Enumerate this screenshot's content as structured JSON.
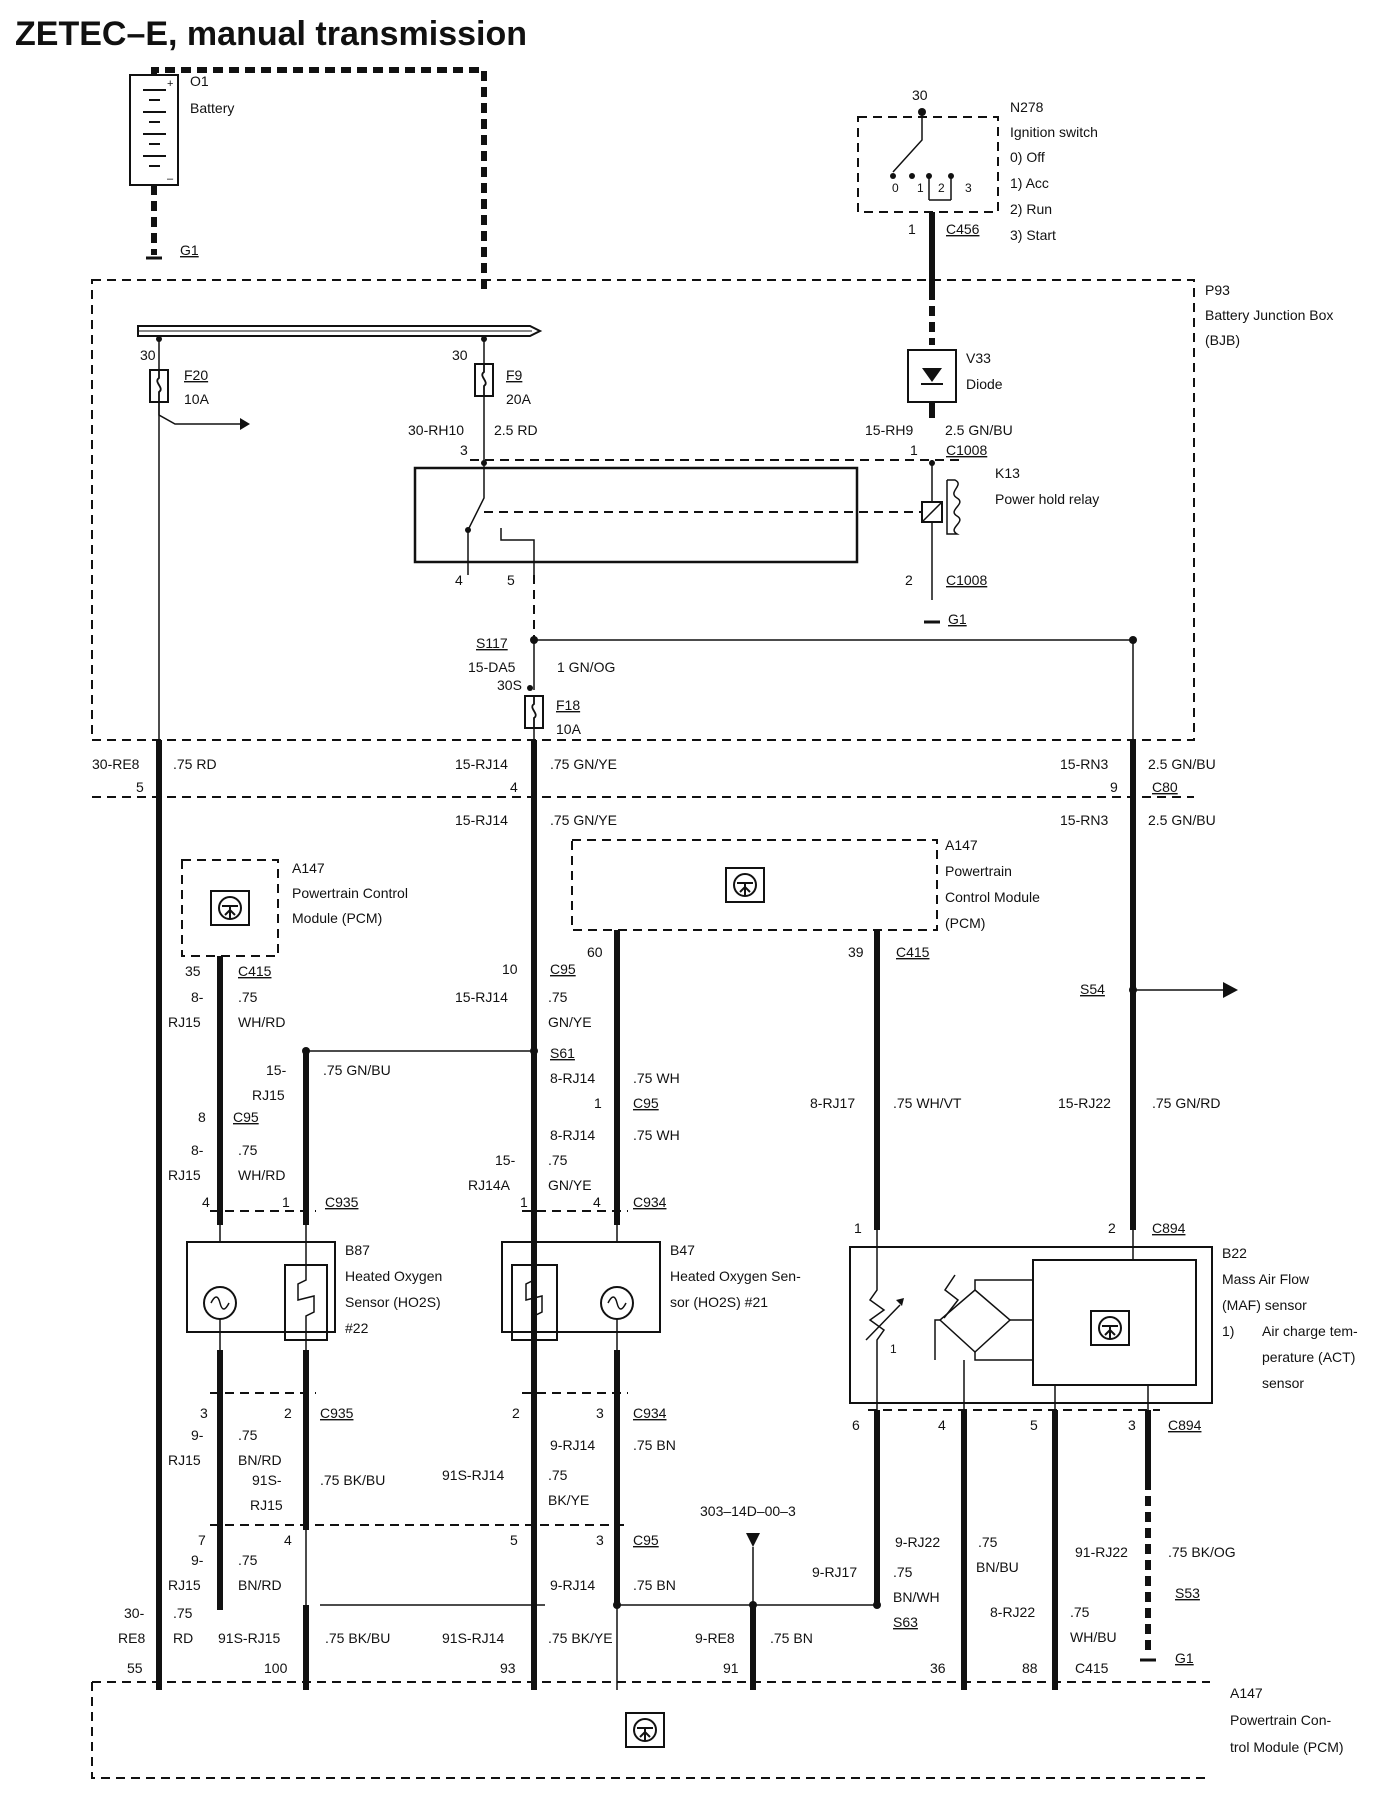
{
  "title": "ZETEC–E, manual transmission",
  "components": {
    "battery": {
      "id": "O1",
      "name": "Battery",
      "ground": "G1"
    },
    "ignition_switch": {
      "terminal": "30",
      "id": "N278",
      "name": "Ignition switch",
      "positions": [
        "0)   Off",
        "1)   Acc",
        "2)   Run",
        "3)   Start"
      ],
      "position_marks": [
        "0",
        "1",
        "2",
        "3"
      ],
      "pin": "1",
      "connector": "C456"
    },
    "bjb": {
      "id": "P93",
      "name": "Battery Junction Box",
      "abbr": "(BJB)"
    },
    "f20": {
      "terminal": "30",
      "id": "F20",
      "rating": "10A"
    },
    "f9": {
      "terminal": "30",
      "id": "F9",
      "rating": "20A"
    },
    "diode": {
      "id": "V33",
      "name": "Diode"
    },
    "relay": {
      "id": "K13",
      "name": "Power hold relay"
    },
    "f18": {
      "terminal": "30S",
      "id": "F18",
      "rating": "10A"
    },
    "pcm_left": {
      "id": "A147",
      "line1": "Powertrain Control",
      "line2": "Module (PCM)"
    },
    "pcm_mid": {
      "id": "A147",
      "line1": "Powertrain",
      "line2": "Control Module",
      "line3": "(PCM)"
    },
    "pcm_bottom": {
      "id": "A147",
      "line1": "Powertrain Con-",
      "line2": "trol Module (PCM)"
    },
    "ho2s_22": {
      "id": "B87",
      "line1": "Heated Oxygen",
      "line2": "Sensor (HO2S)",
      "line3": "#22"
    },
    "ho2s_21": {
      "id": "B47",
      "line1": "Heated Oxygen Sen-",
      "line2": "sor (HO2S) #21"
    },
    "maf": {
      "id": "B22",
      "line1": "Mass Air Flow",
      "line2": "(MAF) sensor",
      "note_no": "1)",
      "note1": "Air charge tem-",
      "note2": "perature (ACT)",
      "note3": "sensor",
      "mark": "1"
    },
    "ref": "303–14D–00–3"
  },
  "labels": {
    "relay_in": {
      "circuit": "30-RH10",
      "wire": "2.5 RD",
      "pin": "3"
    },
    "diode_out": {
      "circuit": "15-RH9",
      "wire": "2.5 GN/BU",
      "pin": "1",
      "connector": "C1008"
    },
    "relay_out": {
      "pin4": "4",
      "pin5": "5",
      "pin2": "2",
      "connector": "C1008",
      "ground": "G1"
    },
    "s117": {
      "splice": "S117",
      "circuit": "15-DA5",
      "wire": "1 GN/OG"
    },
    "c80": {
      "c1": "30-RE8",
      "w1": ".75 RD",
      "p1": "5",
      "c2": "15-RJ14",
      "w2": ".75 GN/YE",
      "p2": "4",
      "c3": "15-RN3",
      "w3": "2.5 GN/BU",
      "p3": "9",
      "connector": "C80",
      "c2b": "15-RJ14",
      "w2b": ".75 GN/YE",
      "c3b": "15-RN3",
      "w3b": "2.5 GN/BU"
    },
    "c415a": {
      "pin": "35",
      "connector": "C415",
      "circuit1": "8-",
      "circuit2": "RJ15",
      "wire1": ".75",
      "wire2": "WH/RD"
    },
    "c95a": {
      "pin": "10",
      "connector": "C95",
      "circuit": "15-RJ14",
      "wire1": ".75",
      "wire2": "GN/YE"
    },
    "s61": {
      "splice": "S61",
      "circuit1": "15-",
      "circuit2": "RJ15",
      "wire": ".75 GN/BU",
      "circuit3": "8-RJ14",
      "wire3": ".75 WH"
    },
    "pcm_mid_pins": {
      "p60": "60",
      "p39": "39",
      "connector": "C415"
    },
    "s54": {
      "splice": "S54"
    },
    "c95b": {
      "pin8": "8",
      "connector": "C95",
      "circuit1": "8-",
      "circuit2": "RJ15",
      "wire1": ".75",
      "wire2": "WH/RD",
      "pin1": "1",
      "connector2": "C95",
      "circuit3": "8-RJ14",
      "wire3": ".75 WH"
    },
    "c935a": {
      "p4": "4",
      "p1": "1",
      "connector": "C935"
    },
    "c934a": {
      "circuit1": "15-",
      "circuit2": "RJ14A",
      "wire1": ".75",
      "wire2": "GN/YE",
      "p1": "1",
      "p4": "4",
      "connector": "C934"
    },
    "maf_feed": {
      "circuit1": "8-RJ17",
      "wire1": ".75 WH/VT",
      "circuit2": "15-RJ22",
      "wire2": ".75 GN/RD",
      "p1": "1",
      "p2": "2",
      "connector": "C894"
    },
    "c935b": {
      "p3": "3",
      "p2": "2",
      "connector": "C935",
      "c1": "9-",
      "c2": "RJ15",
      "w1": ".75",
      "w2": "BN/RD",
      "c3": "91S-",
      "c4": "RJ15",
      "w3": ".75 BK/BU"
    },
    "c934b": {
      "p2": "2",
      "p3": "3",
      "connector": "C934",
      "c1": "9-RJ14",
      "w1": ".75 BN",
      "c2": "91S-RJ14",
      "w2": ".75",
      "w3": "BK/YE"
    },
    "c95c": {
      "p7": "7",
      "p4": "4",
      "c1": "9-",
      "c2": "RJ15",
      "w1": ".75",
      "w2": "BN/RD",
      "p5": "5",
      "p3": "3",
      "connector": "C95",
      "c3": "9-RJ14",
      "w3": ".75 BN"
    },
    "maf_out": {
      "p6": "6",
      "p4": "4",
      "p5": "5",
      "p3": "3",
      "connector": "C894",
      "c1": "9-RJ22",
      "w1": ".75",
      "w1b": "BN/BU",
      "c2": "9-RJ17",
      "w2": ".75",
      "w2b": "BN/WH",
      "splice": "S63",
      "c3": "8-RJ22",
      "w3": ".75",
      "w3b": "WH/BU",
      "c4": "91-RJ22",
      "w4": ".75 BK/OG",
      "splice2": "S53",
      "ground": "G1"
    },
    "bottom": {
      "c1": "30-",
      "c2": "RE8",
      "w1": ".75",
      "w2": "RD",
      "c3": "91S-RJ15",
      "w3": ".75 BK/BU",
      "c4": "91S-RJ14",
      "w4": ".75 BK/YE",
      "c5": "9-RE8",
      "w5": ".75 BN",
      "p55": "55",
      "p100": "100",
      "p93": "93",
      "p91": "91",
      "p36": "36",
      "p88": "88",
      "connector": "C415"
    }
  }
}
